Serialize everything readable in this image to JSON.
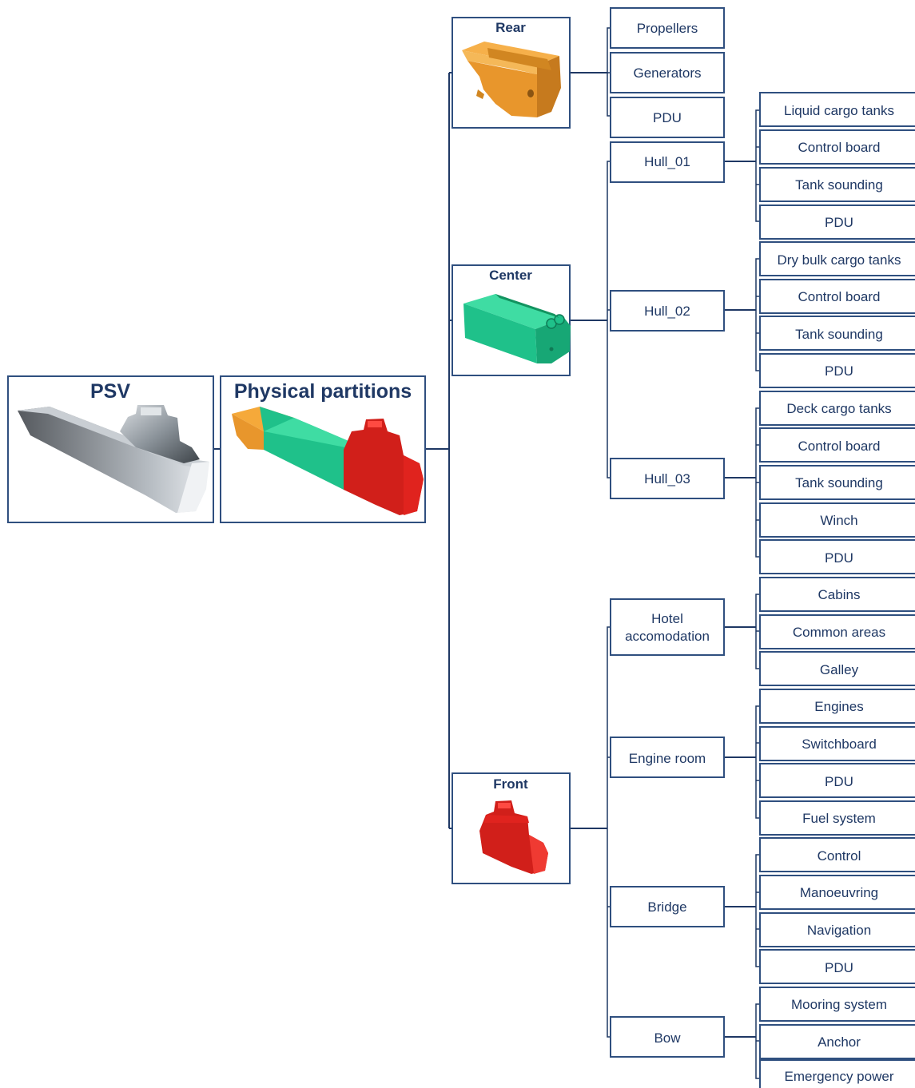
{
  "root": {
    "title": "PSV"
  },
  "partitions": {
    "title": "Physical partitions"
  },
  "sections": [
    {
      "name": "Rear",
      "children": [
        {
          "label": "Propellers"
        },
        {
          "label": "Generators"
        },
        {
          "label": "PDU"
        }
      ]
    },
    {
      "name": "Center",
      "children": [
        {
          "label": "Hull_01",
          "items": [
            "Liquid cargo tanks",
            "Control board",
            "Tank sounding",
            "PDU"
          ]
        },
        {
          "label": "Hull_02",
          "items": [
            "Dry bulk cargo tanks",
            "Control board",
            "Tank sounding",
            "PDU"
          ]
        },
        {
          "label": "Hull_03",
          "items": [
            "Deck cargo tanks",
            "Control board",
            "Tank sounding",
            "Winch",
            "PDU"
          ]
        }
      ]
    },
    {
      "name": "Front",
      "children": [
        {
          "label": "Hotel accomodation",
          "label_lines": [
            "Hotel",
            "accomodation"
          ],
          "items": [
            "Cabins",
            "Common areas",
            "Galley"
          ]
        },
        {
          "label": "Engine room",
          "items": [
            "Engines",
            "Switchboard",
            "PDU",
            "Fuel system"
          ]
        },
        {
          "label": "Bridge",
          "items": [
            "Control",
            "Manoeuvring",
            "Navigation",
            "PDU"
          ]
        },
        {
          "label": "Bow",
          "items": [
            "Mooring system",
            "Anchor",
            "Emergency power"
          ]
        }
      ]
    }
  ],
  "colors": {
    "rear": "#e8962c",
    "center": "#1fc18a",
    "front": "#e0231e",
    "hull_gray": "#9aa3ab",
    "text": "#1f3864",
    "border": "#2f4f7f"
  }
}
